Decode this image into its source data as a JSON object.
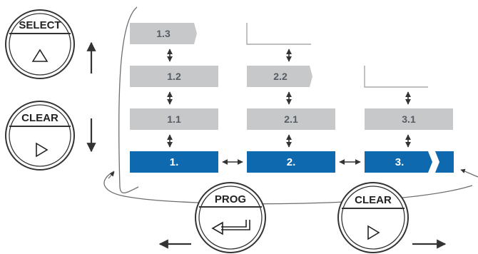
{
  "menu": {
    "row_sub3": [
      "1.3"
    ],
    "row_sub2": [
      "1.2",
      "2.2"
    ],
    "row_sub1": [
      "1.1",
      "2.1",
      "3.1"
    ],
    "row_main": [
      "1.",
      "2.",
      "3."
    ]
  },
  "buttons": {
    "select": {
      "label": "SELECT",
      "symbol": "△"
    },
    "clear_left": {
      "label": "CLEAR",
      "symbol": "▷"
    },
    "prog": {
      "label": "PROG",
      "symbol": "return-arrow-icon"
    },
    "clear_bottom": {
      "label": "CLEAR",
      "symbol": "▷"
    }
  },
  "colors": {
    "main_box": "#0f69ae",
    "sub_box": "#c7c8ca",
    "sub_text": "#555c63",
    "line": "#6d6e71",
    "arrow": "#333333"
  }
}
